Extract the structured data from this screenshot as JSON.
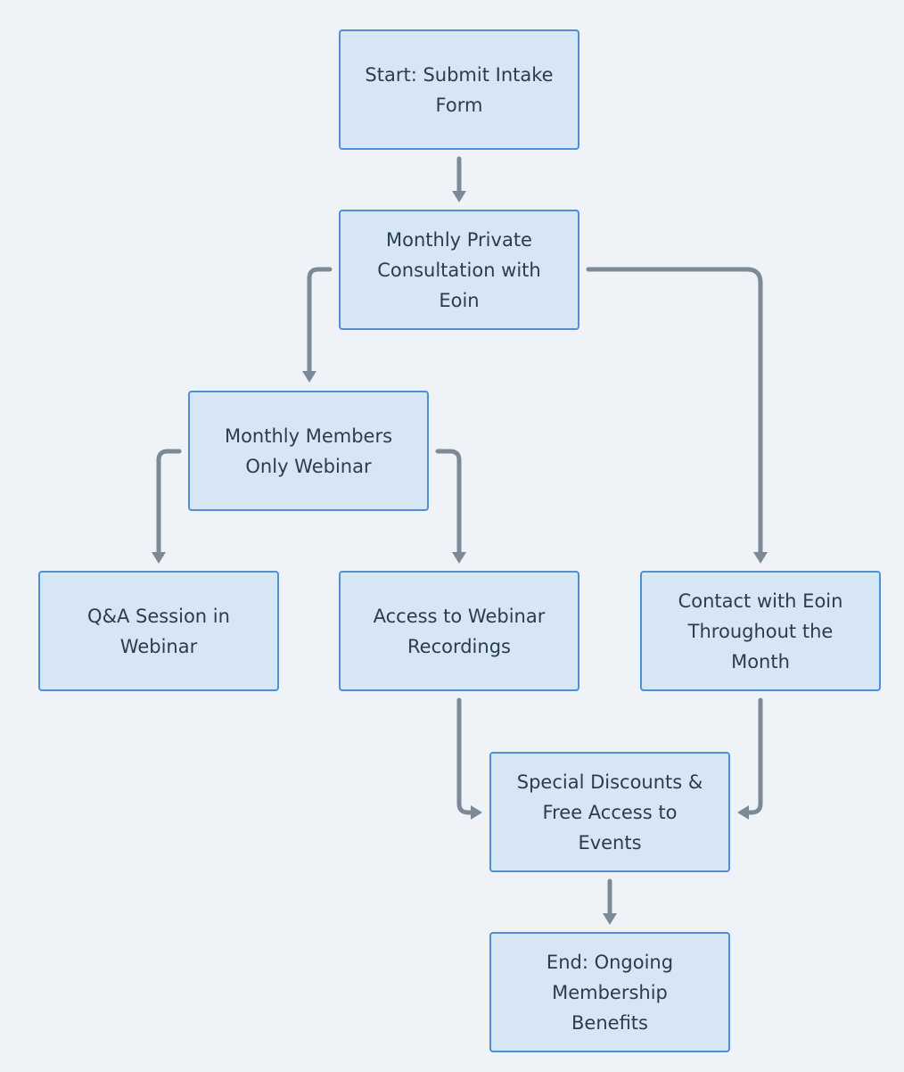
{
  "diagram": {
    "type": "flowchart",
    "colors": {
      "background": "#eff3f8",
      "node_fill": "#d7e6f5",
      "node_border": "#4f8fd6",
      "node_text": "#2a3d4f",
      "edge": "#7d8996"
    },
    "nodes": {
      "start": "Start: Submit Intake Form",
      "consultation": "Monthly Private Consultation with Eoin",
      "webinar": "Monthly Members Only Webinar",
      "qa": "Q&A Session in Webinar",
      "recordings": "Access to Webinar Recordings",
      "contact": "Contact with Eoin Throughout the Month",
      "discounts": "Special Discounts & Free Access to Events",
      "end": "End: Ongoing Membership Benefits"
    },
    "edges": [
      {
        "from": "start",
        "to": "consultation"
      },
      {
        "from": "consultation",
        "to": "webinar"
      },
      {
        "from": "consultation",
        "to": "contact"
      },
      {
        "from": "webinar",
        "to": "qa"
      },
      {
        "from": "webinar",
        "to": "recordings"
      },
      {
        "from": "recordings",
        "to": "discounts"
      },
      {
        "from": "contact",
        "to": "discounts"
      },
      {
        "from": "discounts",
        "to": "end"
      }
    ]
  }
}
